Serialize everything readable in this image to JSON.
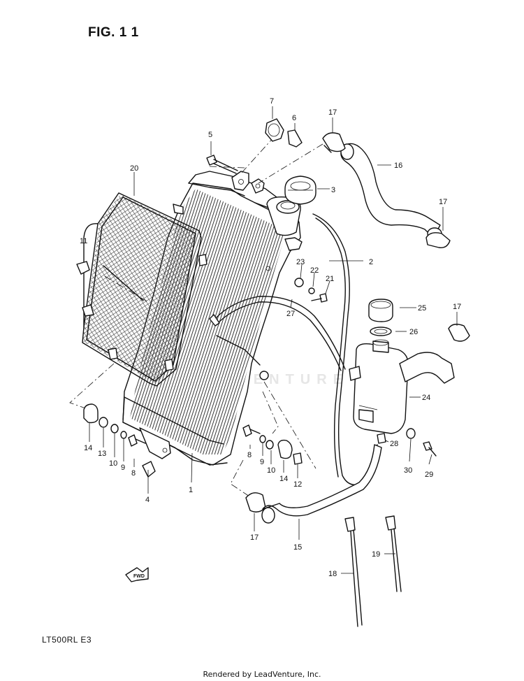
{
  "figure": {
    "title": "FIG. 1 1",
    "model_code": "LT500RL  E3",
    "footer": "Rendered by LeadVenture, Inc.",
    "watermark": "LEADVENTURE",
    "fwd_label": "FWD"
  },
  "callouts": [
    {
      "id": "c1",
      "label": "1"
    },
    {
      "id": "c2",
      "label": "2"
    },
    {
      "id": "c3",
      "label": "3"
    },
    {
      "id": "c4",
      "label": "4"
    },
    {
      "id": "c5",
      "label": "5"
    },
    {
      "id": "c6",
      "label": "6"
    },
    {
      "id": "c7",
      "label": "7"
    },
    {
      "id": "c8a",
      "label": "8"
    },
    {
      "id": "c8b",
      "label": "8"
    },
    {
      "id": "c9a",
      "label": "9"
    },
    {
      "id": "c9b",
      "label": "9"
    },
    {
      "id": "c10a",
      "label": "10"
    },
    {
      "id": "c10b",
      "label": "10"
    },
    {
      "id": "c11",
      "label": "11"
    },
    {
      "id": "c12",
      "label": "12"
    },
    {
      "id": "c13",
      "label": "13"
    },
    {
      "id": "c14a",
      "label": "14"
    },
    {
      "id": "c14b",
      "label": "14"
    },
    {
      "id": "c15",
      "label": "15"
    },
    {
      "id": "c16",
      "label": "16"
    },
    {
      "id": "c17a",
      "label": "17"
    },
    {
      "id": "c17b",
      "label": "17"
    },
    {
      "id": "c17c",
      "label": "17"
    },
    {
      "id": "c17d",
      "label": "17"
    },
    {
      "id": "c18",
      "label": "18"
    },
    {
      "id": "c19",
      "label": "19"
    },
    {
      "id": "c20",
      "label": "20"
    },
    {
      "id": "c21",
      "label": "21"
    },
    {
      "id": "c22",
      "label": "22"
    },
    {
      "id": "c23",
      "label": "23"
    },
    {
      "id": "c24",
      "label": "24"
    },
    {
      "id": "c25",
      "label": "25"
    },
    {
      "id": "c26",
      "label": "26"
    },
    {
      "id": "c27",
      "label": "27"
    },
    {
      "id": "c28",
      "label": "28"
    },
    {
      "id": "c29",
      "label": "29"
    },
    {
      "id": "c30",
      "label": "30"
    }
  ]
}
